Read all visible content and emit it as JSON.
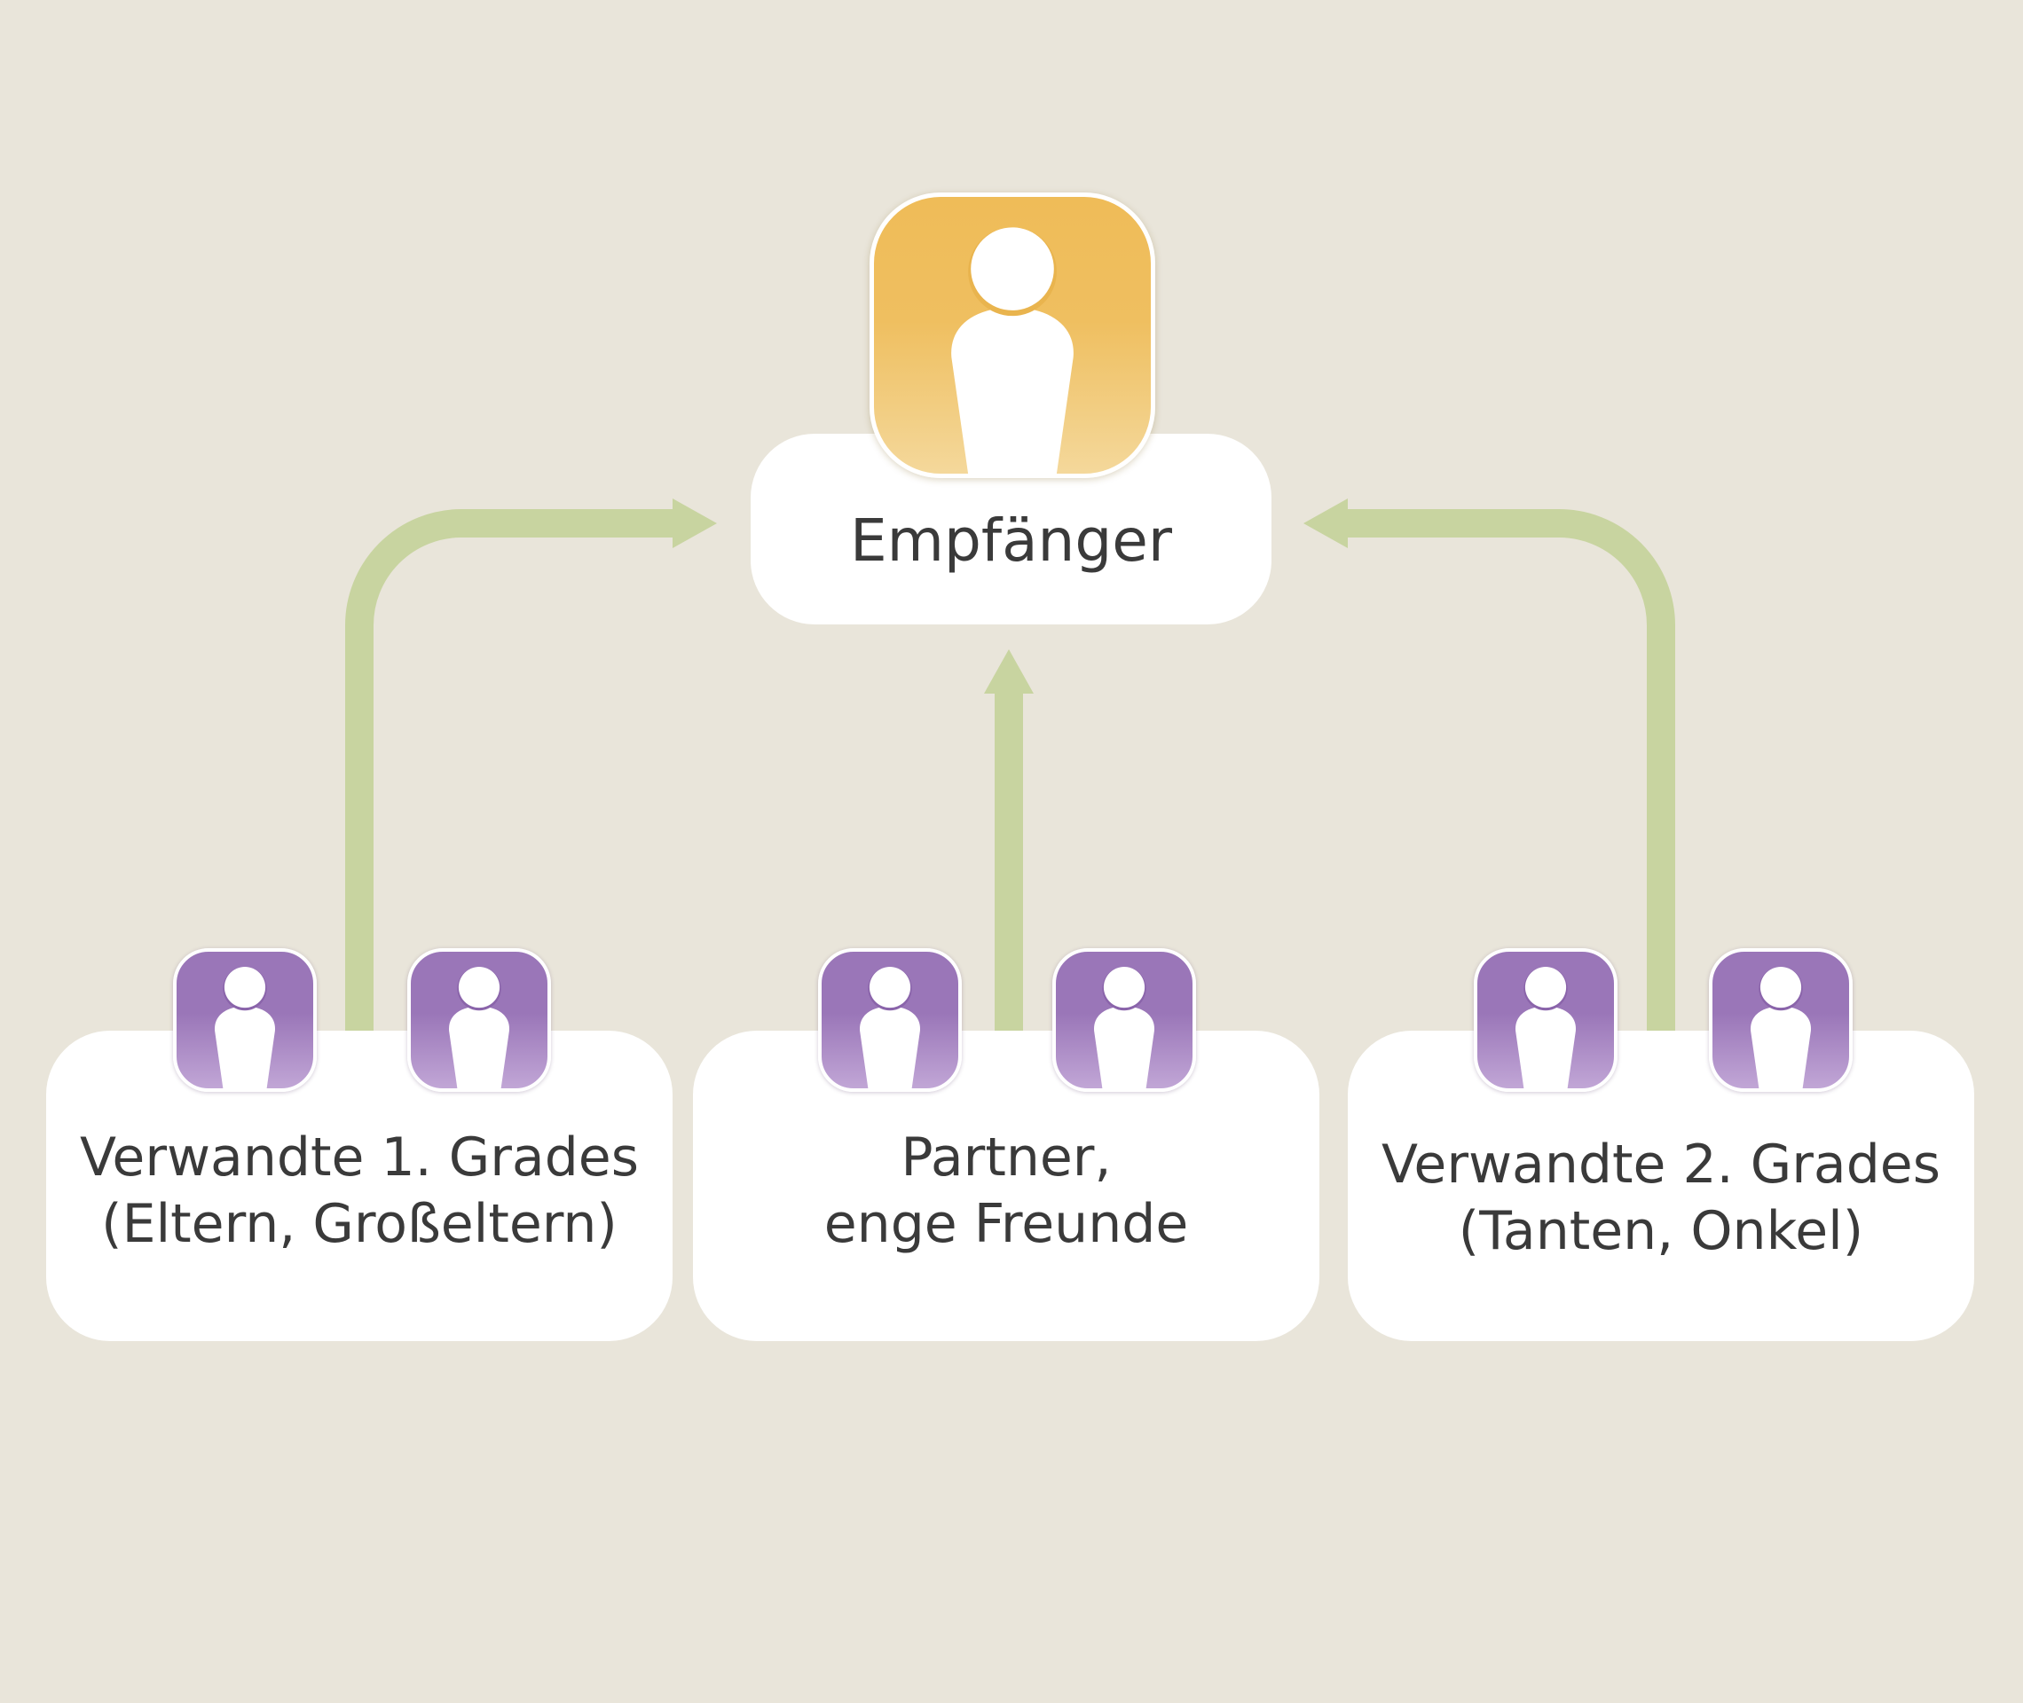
{
  "recipient": {
    "label": "Empfänger",
    "icon": "person-icon",
    "color": "#efbc58"
  },
  "donor_groups": [
    {
      "line1": "Verwandte 1. Grades",
      "line2": "(Eltern, Großeltern)"
    },
    {
      "line1": "Partner,",
      "line2": "enge Freunde"
    },
    {
      "line1": "Verwandte 2. Grades",
      "line2": "(Tanten, Onkel)"
    }
  ],
  "donor_icon": {
    "icon": "person-icon",
    "color": "#9a76b8"
  },
  "colors": {
    "background": "#e9e5da",
    "box": "#ffffff",
    "connector": "#c8d4a0",
    "text": "#3a3a3a"
  }
}
